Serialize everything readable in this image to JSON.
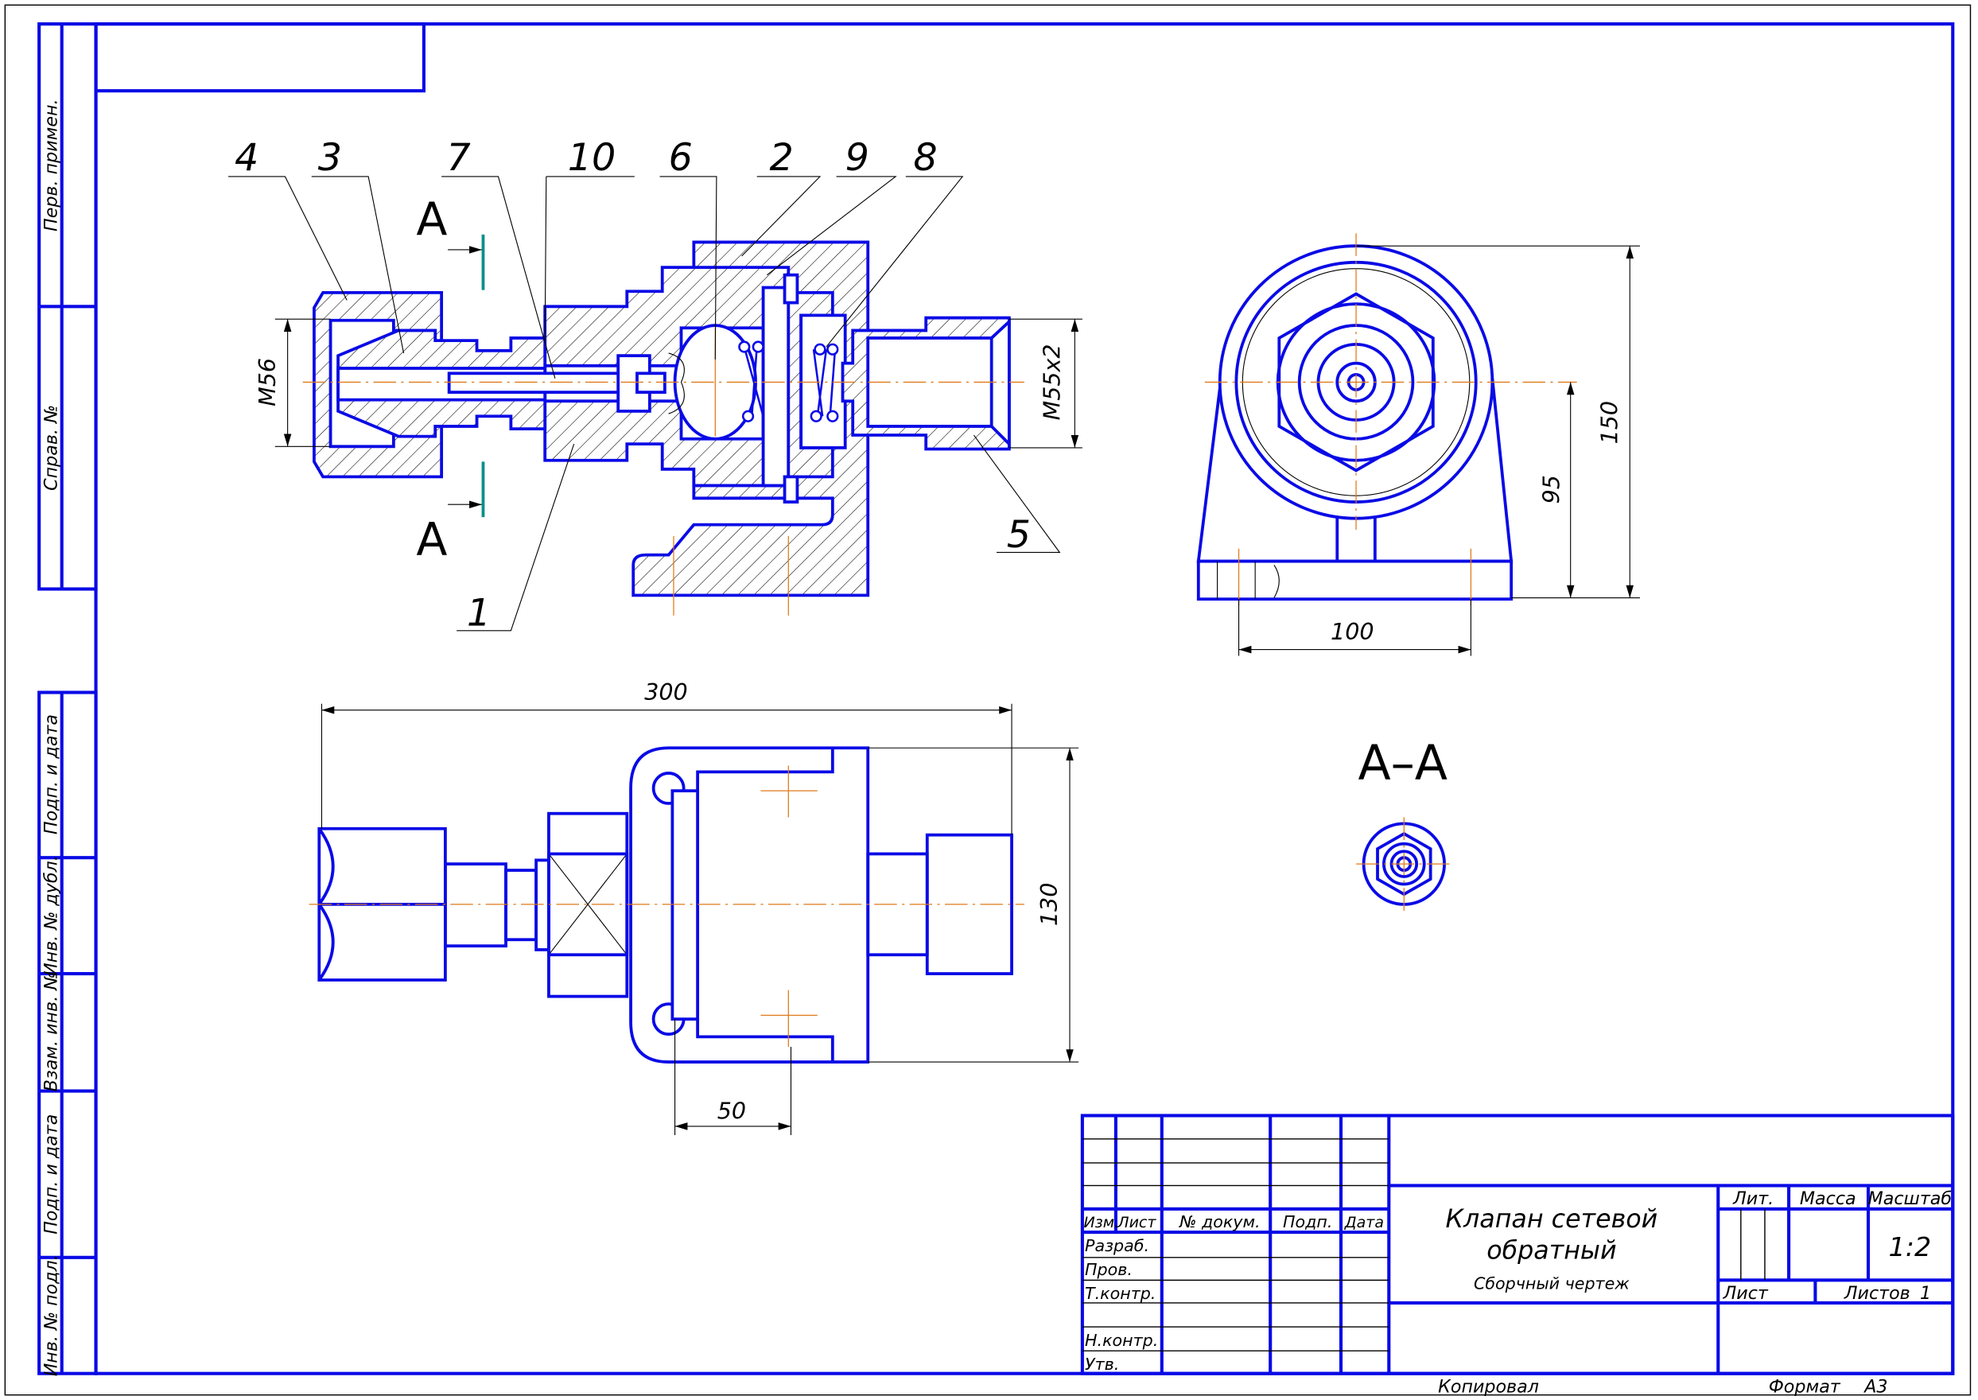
{
  "colors": {
    "line": "#0a0ae6",
    "centerline": "#e07a1a",
    "section_marker": "#0a8f8a",
    "text": "#000000"
  },
  "side_strip": {
    "upper": [
      "Перв. примен.",
      "Справ. №"
    ],
    "lower": [
      "Подп. и дата",
      "Инв. № дубл.",
      "Взам. инв. №",
      "Подп. и дата",
      "Инв. № подл."
    ]
  },
  "section_view": {
    "callouts": [
      "4",
      "3",
      "7",
      "10",
      "6",
      "2",
      "9",
      "8",
      "1",
      "5"
    ],
    "section_letter": "А",
    "dim_left": "М56",
    "dim_right": "М55х2"
  },
  "side_view": {
    "dim_height": "150",
    "dim_axis": "95",
    "dim_width": "100"
  },
  "plan_view": {
    "dim_length": "300",
    "dim_height": "130",
    "dim_offset": "50"
  },
  "section_aa": {
    "title": "А–А"
  },
  "title_block": {
    "headers": [
      "Изм.",
      "Лист",
      "№ докум.",
      "Подп.",
      "Дата"
    ],
    "roles": [
      "Разраб.",
      "Пров.",
      "Т.контр.",
      "Н.контр.",
      "Утв."
    ],
    "title_line1": "Клапан сетевой",
    "title_line2": "обратный",
    "doc_type": "Сборчный чертеж",
    "lit_label": "Лит.",
    "mass_label": "Масса",
    "scale_label": "Масштаб",
    "scale_value": "1:2",
    "sheet_label": "Лист",
    "sheets_label": "Листов",
    "sheets_value": "1",
    "copied_label": "Копировал",
    "format_label": "Формат",
    "format_value": "А3"
  }
}
